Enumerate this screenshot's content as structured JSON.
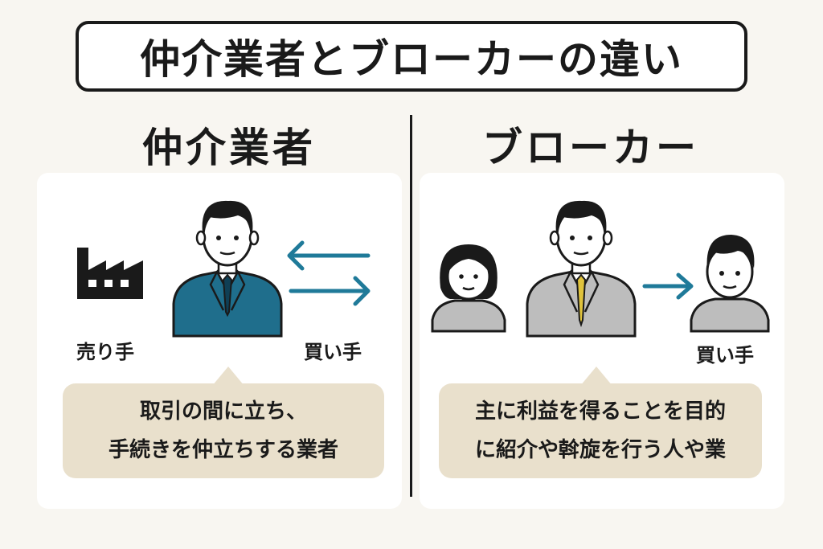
{
  "title": "仲介業者とブローカーの違い",
  "left": {
    "heading": "仲介業者",
    "seller_label": "売り手",
    "buyer_label": "買い手",
    "description_line1": "取引の間に立ち、",
    "description_line2": "手続きを仲立ちする業者",
    "suit_color": "#1f6e8c",
    "arrow_color": "#1f7a99"
  },
  "right": {
    "heading": "ブローカー",
    "buyer_label": "買い手",
    "description_line1": "主に利益を得ることを目的",
    "description_line2": "に紹介や斡旋を行う人や業",
    "suit_color": "#bdbdbd",
    "tie_color": "#e0c33c",
    "arrow_color": "#1f7a99"
  }
}
